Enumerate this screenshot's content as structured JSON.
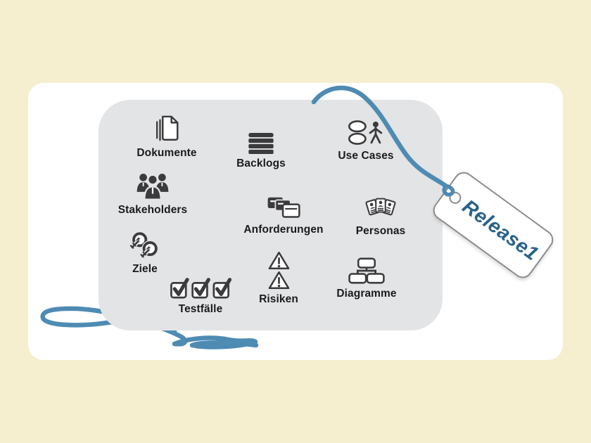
{
  "colors": {
    "background": "#f5efcf",
    "card": "#ffffff",
    "panel": "#e3e4e6",
    "icon_dark": "#3b3b3d",
    "label_text": "#1b1b1b",
    "string_blue": "#4e8bb3",
    "tag_text": "#286289",
    "tag_border": "#8c8c8c"
  },
  "items": [
    {
      "label": "Dokumente",
      "icon": "documents-icon"
    },
    {
      "label": "Backlogs",
      "icon": "backlog-bars-icon"
    },
    {
      "label": "Use Cases",
      "icon": "use-case-icon"
    },
    {
      "label": "Stakeholders",
      "icon": "people-group-icon"
    },
    {
      "label": "Anforderungen",
      "icon": "requirement-cards-icon"
    },
    {
      "label": "Personas",
      "icon": "persona-cards-icon"
    },
    {
      "label": "Ziele",
      "icon": "target-arrows-icon"
    },
    {
      "label": "Testfälle",
      "icon": "checkboxes-icon"
    },
    {
      "label": "Risiken",
      "icon": "warning-triangles-icon"
    },
    {
      "label": "Diagramme",
      "icon": "org-chart-icon"
    }
  ],
  "tag": {
    "label": "Release1"
  }
}
